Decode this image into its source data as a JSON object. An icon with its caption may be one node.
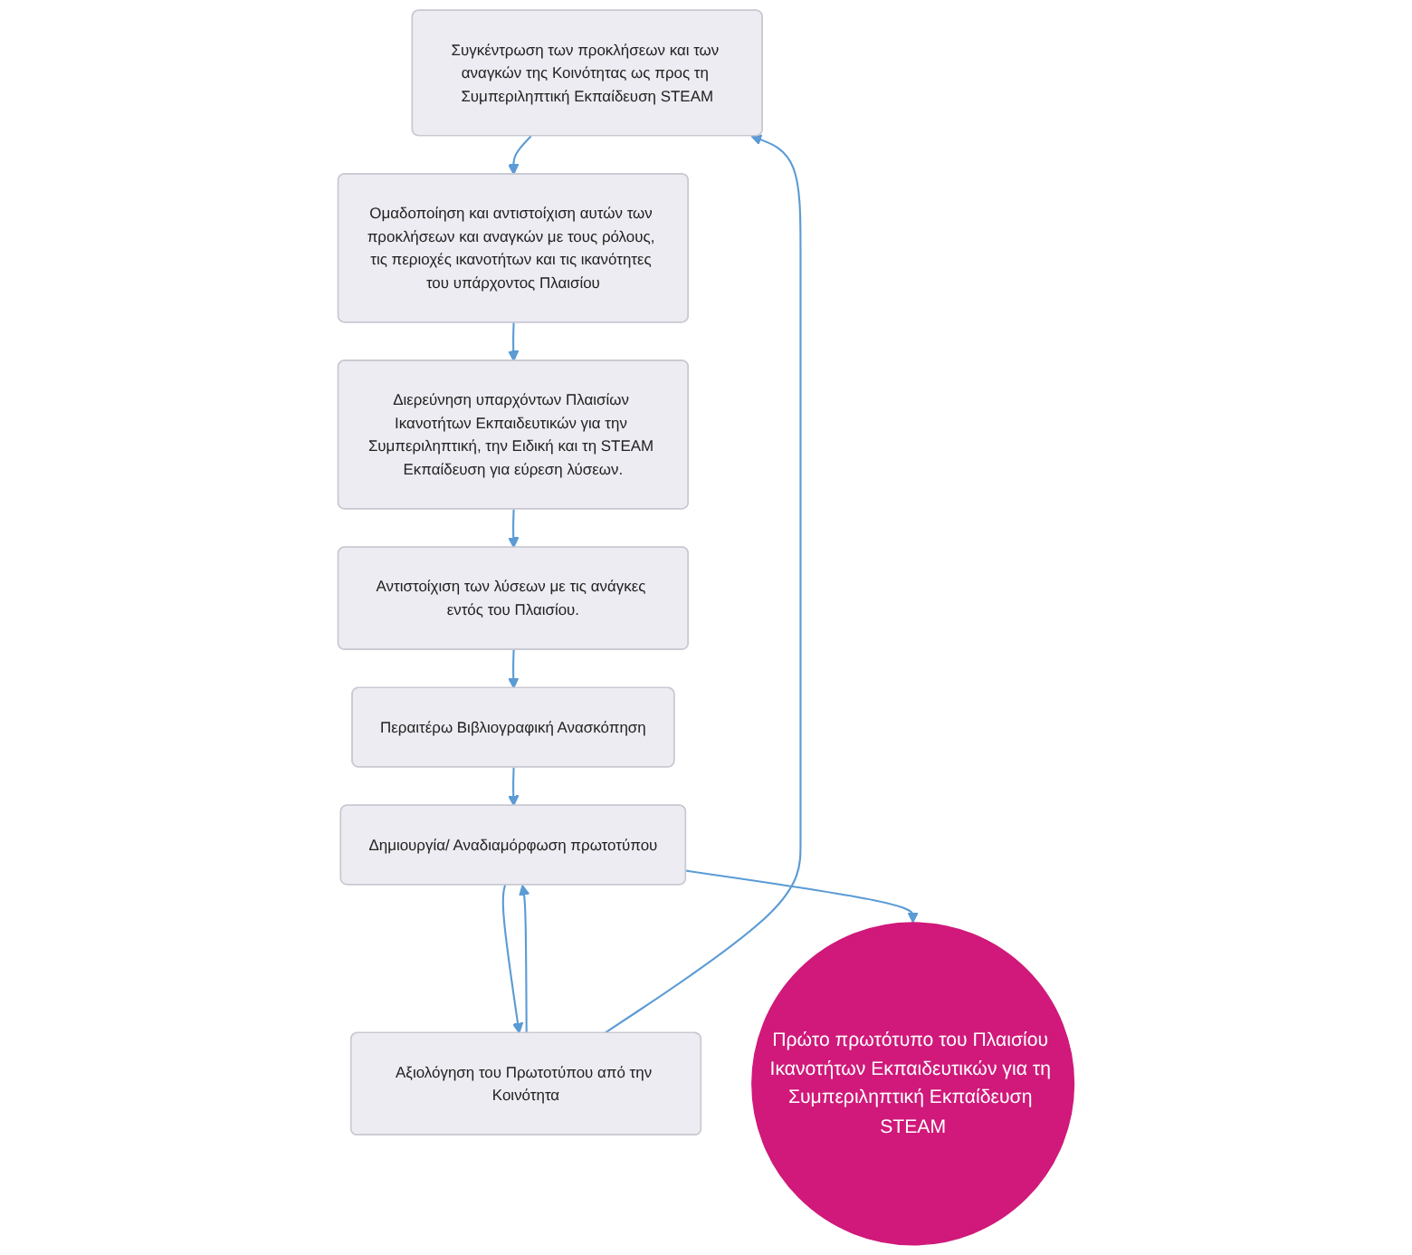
{
  "diagram": {
    "nodes": [
      {
        "text": [
          "Συγκέντρωση των προκλήσεων και των αναγκών της Κοινότητας ως προς τη Συμπεριληπτική Εκπαίδευση STEAM"
        ]
      },
      {
        "text": [
          "Ομαδοποίηση και αντιστοίχιση αυτών των προκλήσεων και αναγκών με τους ρόλους, τις περιοχές ικανοτήτων και τις ικανότητες του υπάρχοντος Πλαισίου"
        ]
      },
      {
        "text": [
          "Διερεύνηση υπαρχόντων Πλαισίων Ικανοτήτων Εκπαιδευτικών για την Συμπεριληπτική, την Ειδική και τη STEAM Εκπαίδευση για εύρεση λύσεων."
        ]
      },
      {
        "text": [
          "Αντιστοίχιση των λύσεων με τις ανάγκες εντός του Πλαισίου."
        ]
      },
      {
        "text": [
          "Περαιτέρω Βιβλιογραφική Ανασκόπηση"
        ]
      },
      {
        "text": [
          "Δημιουργία/ Αναδιαμόρφωση πρωτοτύπου"
        ]
      },
      {
        "text": [
          "Αξιολόγηση του Πρωτοτύπου από την Κοινότητα"
        ]
      },
      {
        "text": [
          "Πρώτο πρωτότυπο του Πλαισίου Ικανοτήτων Εκπαιδευτικών για τη Συμπεριληπτική Εκπαίδευση STEAM"
        ]
      }
    ],
    "edges": [
      {
        "from": 0,
        "to": 1,
        "arrow": "to"
      },
      {
        "from": 1,
        "to": 2,
        "arrow": "to"
      },
      {
        "from": 2,
        "to": 3,
        "arrow": "to"
      },
      {
        "from": 3,
        "to": 4,
        "arrow": "to"
      },
      {
        "from": 4,
        "to": 5,
        "arrow": "to"
      },
      {
        "from": 5,
        "to": 6,
        "arrow": "to"
      },
      {
        "from": 6,
        "to": 5,
        "arrow": "to"
      },
      {
        "from": 6,
        "to": 0,
        "arrow": "to"
      },
      {
        "from": 5,
        "to": 7,
        "arrow": "to"
      }
    ]
  }
}
